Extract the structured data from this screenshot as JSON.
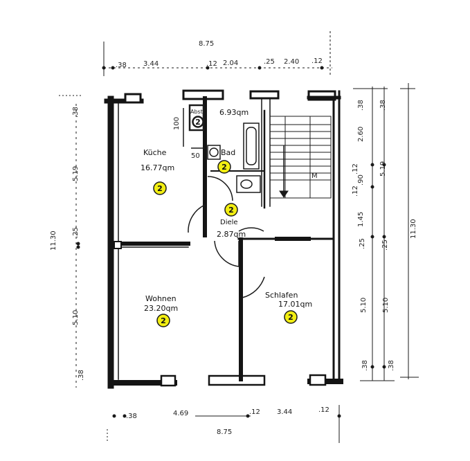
{
  "colors": {
    "wall": "#141414",
    "line": "#1a1a1a",
    "marker_fill": "#f2ee12",
    "marker_stroke": "#1a1a1a",
    "paper": "#ffffff"
  },
  "top_dims": {
    "total": "8.75",
    "d1": ".38",
    "d2": "3.44",
    "d3": ".12",
    "d4": "2.04",
    "d5": ".25",
    "d6": "2.40",
    "d7": ".12"
  },
  "bottom_dims": {
    "d1": ".38",
    "d2": "4.69",
    "d3": ".12",
    "d4": "3.44",
    "d5": ".12",
    "total": "8.75"
  },
  "left_dims": {
    "d1": ".38",
    "d2": "5.19",
    "total": "11.30",
    "d3": ".25",
    "d4": "5.10",
    "d5": ".38"
  },
  "right_dims": {
    "a1": ".38",
    "a2": "2.60",
    "a3": ".12",
    "a4": ".90",
    "a5": ".12",
    "a6": "1.45",
    "a7": ".25",
    "a8": "5.10",
    "a9": ".38",
    "b1": ".38",
    "b2": "5.19",
    "b3": ".25",
    "b4": "5.10",
    "b5": ".38",
    "total": "11.30"
  },
  "rooms": {
    "kueche": {
      "name": "Küche",
      "area": "16.77qm"
    },
    "bad": {
      "name": "Bad",
      "area": "6.93qm",
      "abstr": "Abstr.",
      "dim_100": "100",
      "dim_50": "50"
    },
    "diele": {
      "name": "Diele",
      "area": "2.87qm"
    },
    "wohnen": {
      "name": "Wohnen",
      "area": "23.20qm"
    },
    "schlafen": {
      "name": "Schlafen",
      "area": "17.01qm"
    }
  },
  "stair_label": "M",
  "markers": [
    "2",
    "2",
    "2",
    "2",
    "2",
    "2"
  ]
}
